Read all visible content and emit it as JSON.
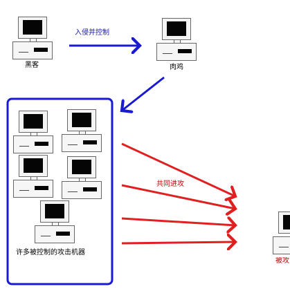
{
  "nodes": {
    "hacker_label": "黑客",
    "zombie_label": "肉鸡",
    "victim_label": "被攻",
    "botnet_label": "许多被控制的攻击机器"
  },
  "edges": {
    "intrude_label": "入侵并控制",
    "attack_label": "共同进攻"
  },
  "colors": {
    "control_arrow": "#1a1ad0",
    "attack_arrow": "#e02020",
    "group_border": "#1a1ad0",
    "attack_text": "#c00000"
  }
}
